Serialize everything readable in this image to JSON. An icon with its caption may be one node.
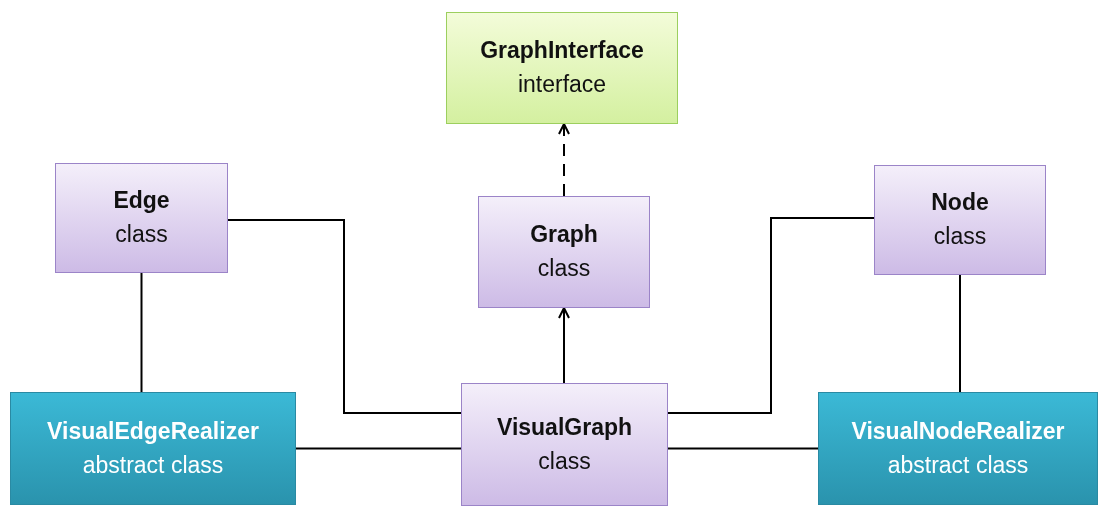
{
  "diagram": {
    "nodes": [
      {
        "text": [
          "GraphInterface",
          "interface"
        ]
      },
      {
        "text": [
          "Edge",
          "class"
        ]
      },
      {
        "text": [
          "Graph",
          "class"
        ]
      },
      {
        "text": [
          "Node",
          "class"
        ]
      },
      {
        "text": [
          "VisualEdgeRealizer",
          "abstract class"
        ]
      },
      {
        "text": [
          "VisualGraph",
          "class"
        ]
      },
      {
        "text": [
          "VisualNodeRealizer",
          "abstract class"
        ]
      }
    ],
    "edges": [
      {
        "from": 2,
        "to": 0,
        "arrow": "to",
        "style": "dashed"
      },
      {
        "from": 5,
        "to": 2,
        "arrow": "to"
      },
      {
        "from": 1,
        "to": 4,
        "arrow": "none"
      },
      {
        "from": 1,
        "to": 5,
        "arrow": "none"
      },
      {
        "from": 4,
        "to": 5,
        "arrow": "none"
      },
      {
        "from": 3,
        "to": 6,
        "arrow": "none"
      },
      {
        "from": 3,
        "to": 5,
        "arrow": "none"
      },
      {
        "from": 5,
        "to": 6,
        "arrow": "none"
      }
    ]
  }
}
